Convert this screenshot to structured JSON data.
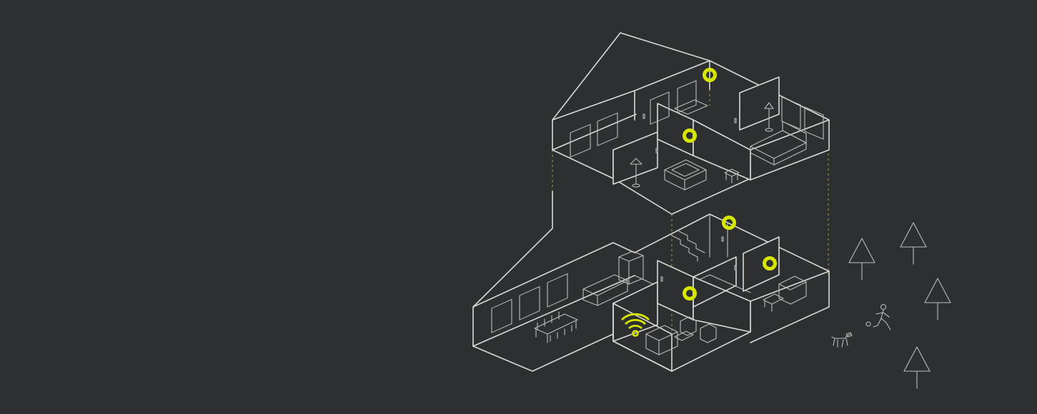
{
  "colors": {
    "background": "#2e2f31",
    "line": "#d9dad6",
    "accent": "#d6e600",
    "guide": "#9aa43a"
  },
  "icons": {
    "signal_node": "ring-node-icon",
    "wifi": "wifi-router-icon",
    "tree": "tree-icon",
    "person": "person-with-ball-icon",
    "dog": "dog-icon"
  },
  "diagram": {
    "floors": [
      "upper-floor",
      "ground-floor"
    ],
    "signal_nodes_upper": 2,
    "signal_nodes_ground": 3,
    "wifi_routers": 1,
    "trees": 4
  }
}
